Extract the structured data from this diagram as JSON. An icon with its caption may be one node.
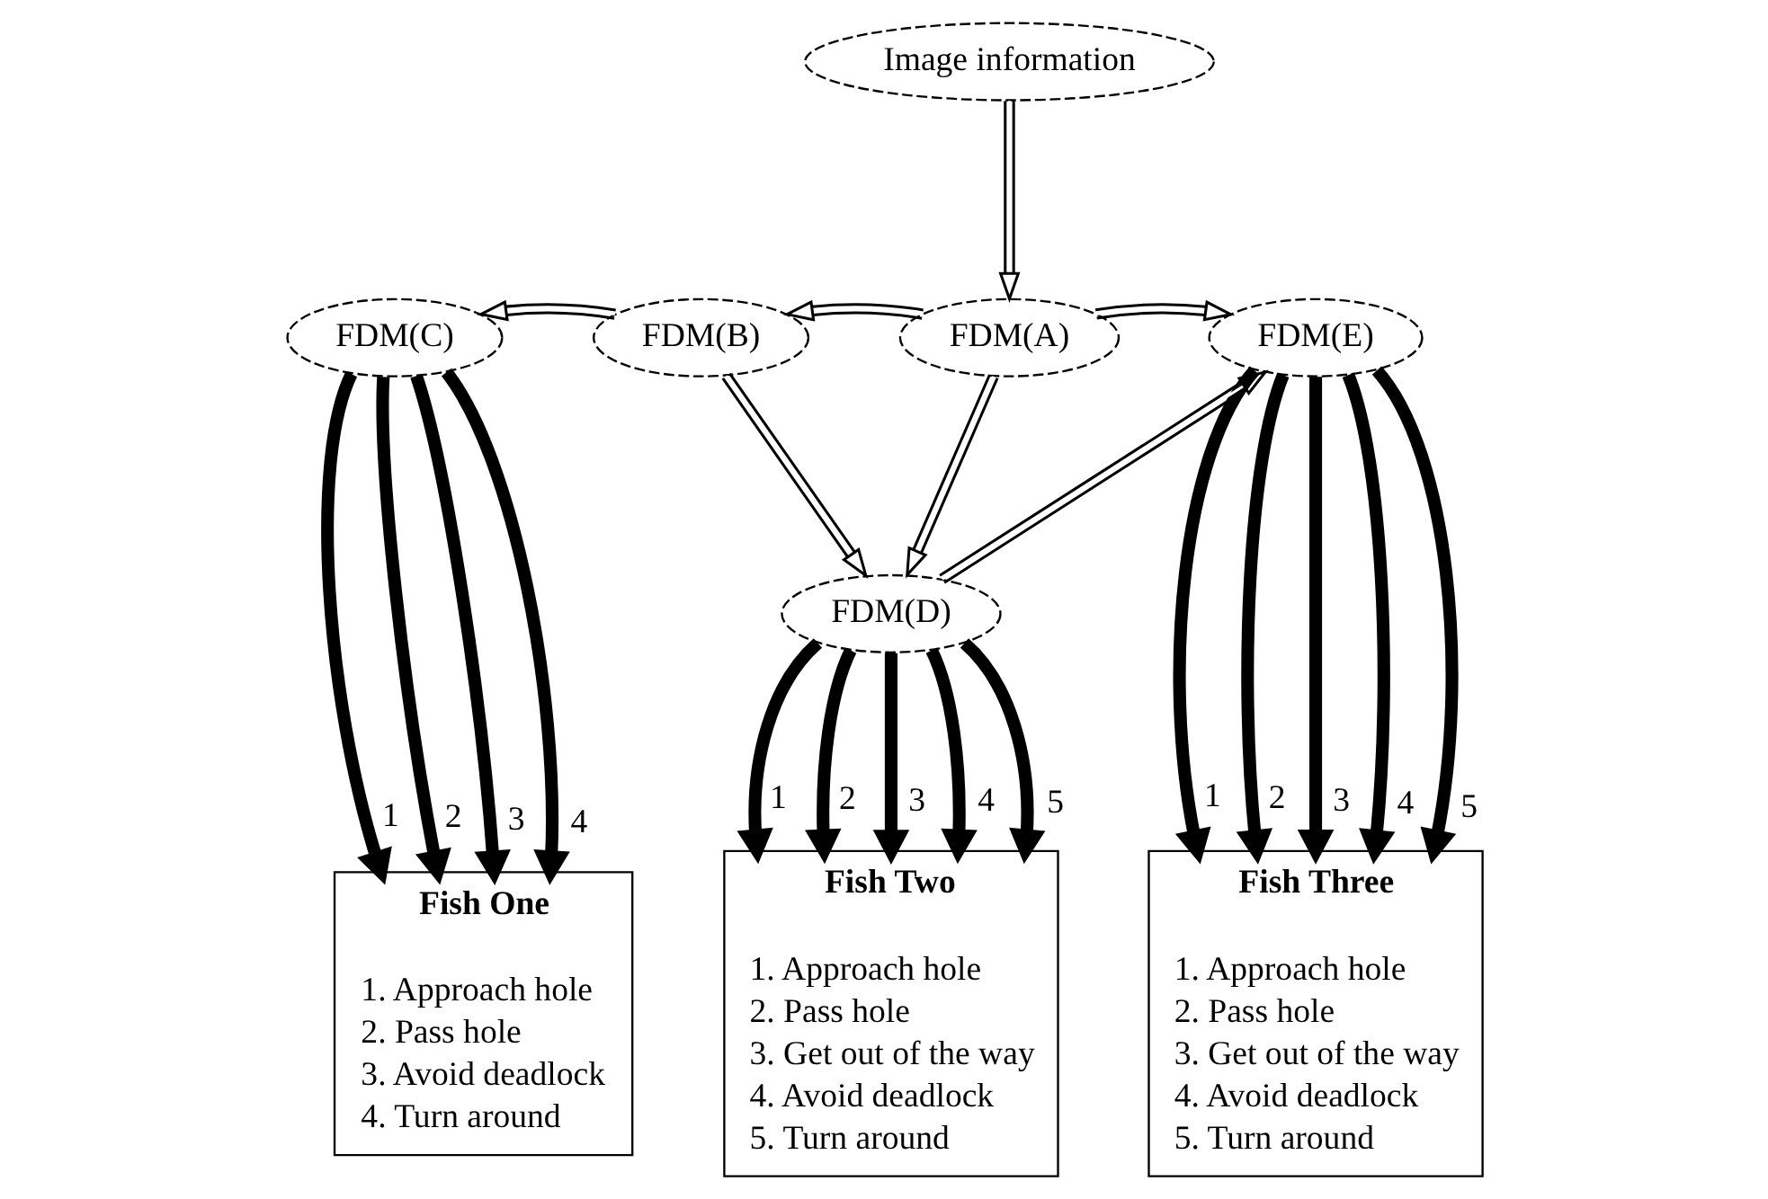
{
  "diagram": {
    "nodes": [
      {
        "text": [
          "Image information"
        ]
      },
      {
        "text": [
          "FDM(C)"
        ]
      },
      {
        "text": [
          "FDM(B)"
        ]
      },
      {
        "text": [
          "FDM(A)"
        ]
      },
      {
        "text": [
          "FDM(E)"
        ]
      },
      {
        "text": [
          "FDM(D)"
        ]
      },
      {
        "text": [
          "Fish One",
          "1. Approach hole",
          "2. Pass hole",
          "3. Avoid deadlock",
          "4. Turn around"
        ]
      },
      {
        "text": [
          "Fish Two",
          "1. Approach hole",
          "2. Pass hole",
          "3. Get out of the way",
          "4. Avoid deadlock",
          "5. Turn around"
        ]
      },
      {
        "text": [
          "Fish Three",
          "1. Approach hole",
          "2. Pass hole",
          "3. Get out of the way",
          "4. Avoid deadlock",
          "5. Turn around"
        ]
      }
    ],
    "edges": [
      {
        "from": 0,
        "to": 3,
        "arrow": "to"
      },
      {
        "from": 3,
        "to": 2,
        "arrow": "to"
      },
      {
        "from": 2,
        "to": 1,
        "arrow": "to"
      },
      {
        "from": 3,
        "to": 4,
        "arrow": "to"
      },
      {
        "from": 3,
        "to": 5,
        "arrow": "to"
      },
      {
        "from": 2,
        "to": 5,
        "arrow": "to"
      },
      {
        "from": 5,
        "to": 4,
        "arrow": "to"
      },
      {
        "from": 1,
        "to": 6,
        "arrow": "to",
        "label": "1"
      },
      {
        "from": 1,
        "to": 6,
        "arrow": "to",
        "label": "2"
      },
      {
        "from": 1,
        "to": 6,
        "arrow": "to",
        "label": "3"
      },
      {
        "from": 1,
        "to": 6,
        "arrow": "to",
        "label": "4"
      },
      {
        "from": 5,
        "to": 7,
        "arrow": "to",
        "label": "1"
      },
      {
        "from": 5,
        "to": 7,
        "arrow": "to",
        "label": "2"
      },
      {
        "from": 5,
        "to": 7,
        "arrow": "to",
        "label": "3"
      },
      {
        "from": 5,
        "to": 7,
        "arrow": "to",
        "label": "4"
      },
      {
        "from": 5,
        "to": 7,
        "arrow": "to",
        "label": "5"
      },
      {
        "from": 4,
        "to": 8,
        "arrow": "to",
        "label": "1"
      },
      {
        "from": 4,
        "to": 8,
        "arrow": "to",
        "label": "2"
      },
      {
        "from": 4,
        "to": 8,
        "arrow": "to",
        "label": "3"
      },
      {
        "from": 4,
        "to": 8,
        "arrow": "to",
        "label": "4"
      },
      {
        "from": 4,
        "to": 8,
        "arrow": "to",
        "label": "5"
      }
    ]
  }
}
